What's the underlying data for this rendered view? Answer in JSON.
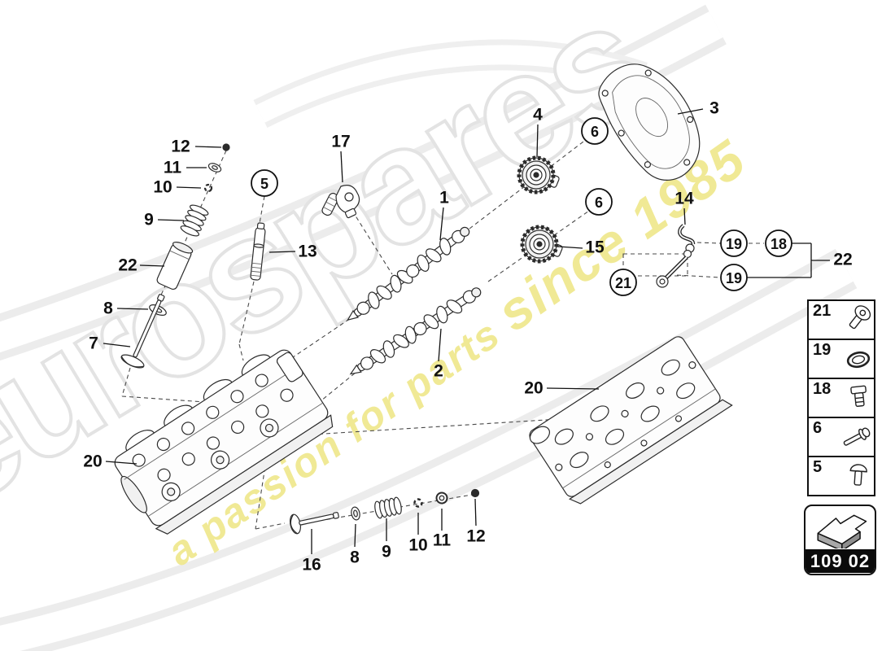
{
  "watermark": {
    "brand": "eurospares",
    "tagline_lead": "a passion for parts ",
    "tagline_tail": "since 1985"
  },
  "page_code": "109 02",
  "callouts": [
    {
      "label": "12"
    },
    {
      "label": "11"
    },
    {
      "label": "10"
    },
    {
      "label": "9"
    },
    {
      "label": "22"
    },
    {
      "label": "8"
    },
    {
      "label": "7"
    },
    {
      "label": "17"
    },
    {
      "label": "13"
    },
    {
      "label": "1"
    },
    {
      "label": "2"
    },
    {
      "label": "4"
    },
    {
      "label": "15"
    },
    {
      "label": "3"
    },
    {
      "label": "14"
    },
    {
      "label": "22"
    },
    {
      "label": "20"
    },
    {
      "label": "20"
    },
    {
      "label": "16"
    },
    {
      "label": "8"
    },
    {
      "label": "9"
    },
    {
      "label": "10"
    },
    {
      "label": "11"
    },
    {
      "label": "12"
    }
  ],
  "circled_callouts": [
    {
      "label": "5"
    },
    {
      "label": "6"
    },
    {
      "label": "6"
    },
    {
      "label": "19"
    },
    {
      "label": "18"
    },
    {
      "label": "19"
    },
    {
      "label": "21"
    }
  ],
  "legend": {
    "rows": [
      {
        "number": "21",
        "icon": "round-head-screw"
      },
      {
        "number": "19",
        "icon": "o-ring"
      },
      {
        "number": "18",
        "icon": "sealing-plug"
      },
      {
        "number": "6",
        "icon": "hex-bolt"
      },
      {
        "number": "5",
        "icon": "pan-head-screw"
      }
    ]
  }
}
